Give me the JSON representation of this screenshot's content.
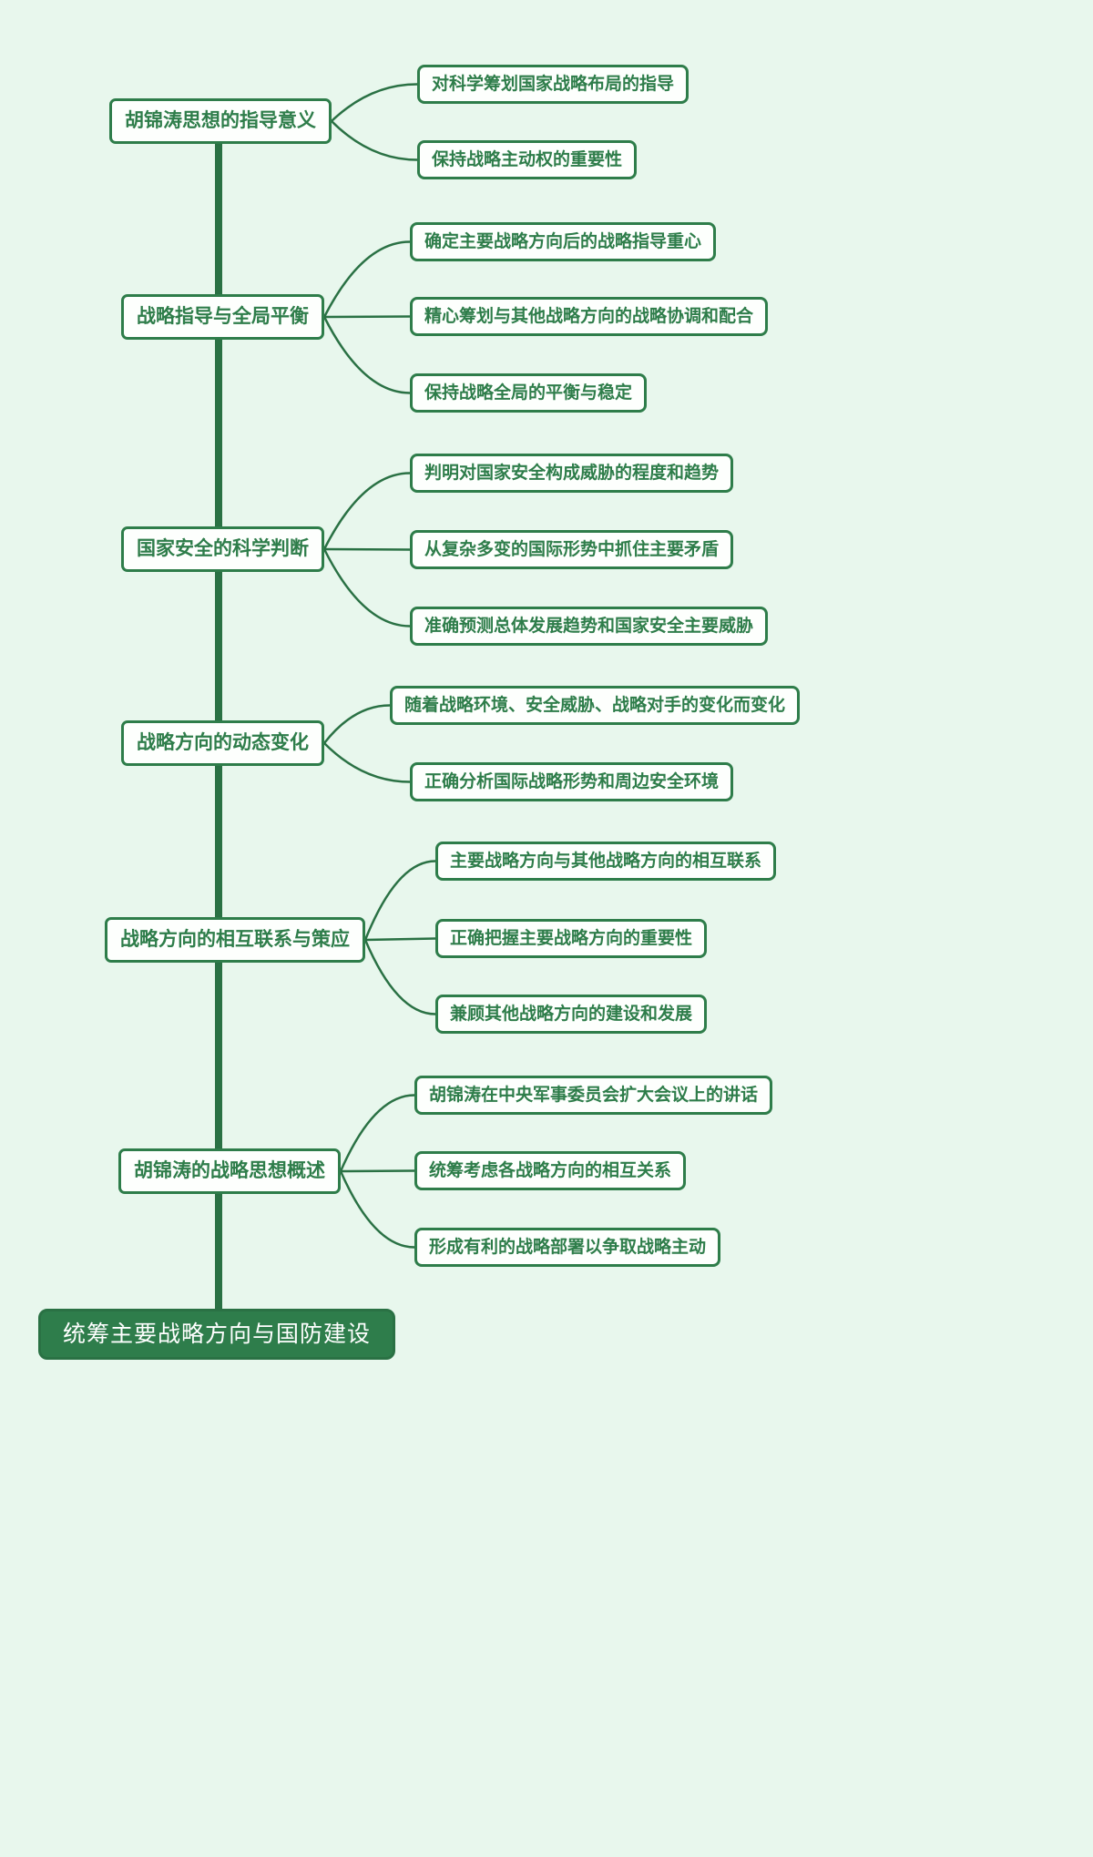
{
  "root": {
    "label": "统筹主要战略方向与国防建设"
  },
  "groups": [
    {
      "parent": "胡锦涛思想的指导意义",
      "children": [
        "对科学筹划国家战略布局的指导",
        "保持战略主动权的重要性"
      ]
    },
    {
      "parent": "战略指导与全局平衡",
      "children": [
        "确定主要战略方向后的战略指导重心",
        "精心筹划与其他战略方向的战略协调和配合",
        "保持战略全局的平衡与稳定"
      ]
    },
    {
      "parent": "国家安全的科学判断",
      "children": [
        "判明对国家安全构成威胁的程度和趋势",
        "从复杂多变的国际形势中抓住主要矛盾",
        "准确预测总体发展趋势和国家安全主要威胁"
      ]
    },
    {
      "parent": "战略方向的动态变化",
      "children": [
        "随着战略环境、安全威胁、战略对手的变化而变化",
        "正确分析国际战略形势和周边安全环境"
      ]
    },
    {
      "parent": "战略方向的相互联系与策应",
      "children": [
        "主要战略方向与其他战略方向的相互联系",
        "正确把握主要战略方向的重要性",
        "兼顾其他战略方向的建设和发展"
      ]
    },
    {
      "parent": "胡锦涛的战略思想概述",
      "children": [
        "胡锦涛在中央军事委员会扩大会议上的讲话",
        "统筹考虑各战略方向的相互关系",
        "形成有利的战略部署以争取战略主动"
      ]
    }
  ],
  "colors": {
    "background": "#e8f7ed",
    "line": "#2a7144",
    "node_border": "#2e7d4a",
    "node_text": "#2e7d4a",
    "node_bg": "#fdfffd",
    "root_bg": "#2e7d4b",
    "root_text": "#ffffff"
  }
}
